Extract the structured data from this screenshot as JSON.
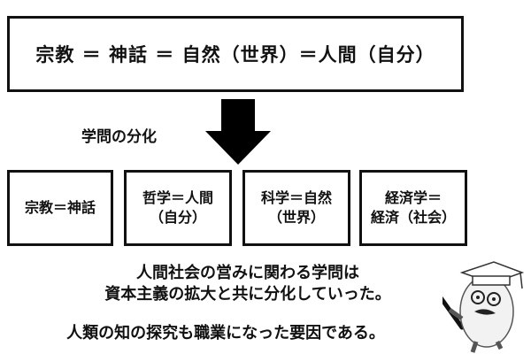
{
  "top_box": "宗教 ＝ 神話 ＝ 自然（世界）＝人間（自分）",
  "arrow_label": "学問の分化",
  "boxes": [
    {
      "line1": "宗教＝神話",
      "line2": ""
    },
    {
      "line1": "哲学＝人間",
      "line2": "（自分）"
    },
    {
      "line1": "科学＝自然",
      "line2": "（世界）"
    },
    {
      "line1": "経済学＝",
      "line2": "経済（社会）"
    }
  ],
  "caption": {
    "line1": "人間社会の営みに関わる学問は",
    "line2": "資本主義の拡大と共に分化していった。",
    "line3": "人類の知の探究も職業になった要因である。"
  }
}
